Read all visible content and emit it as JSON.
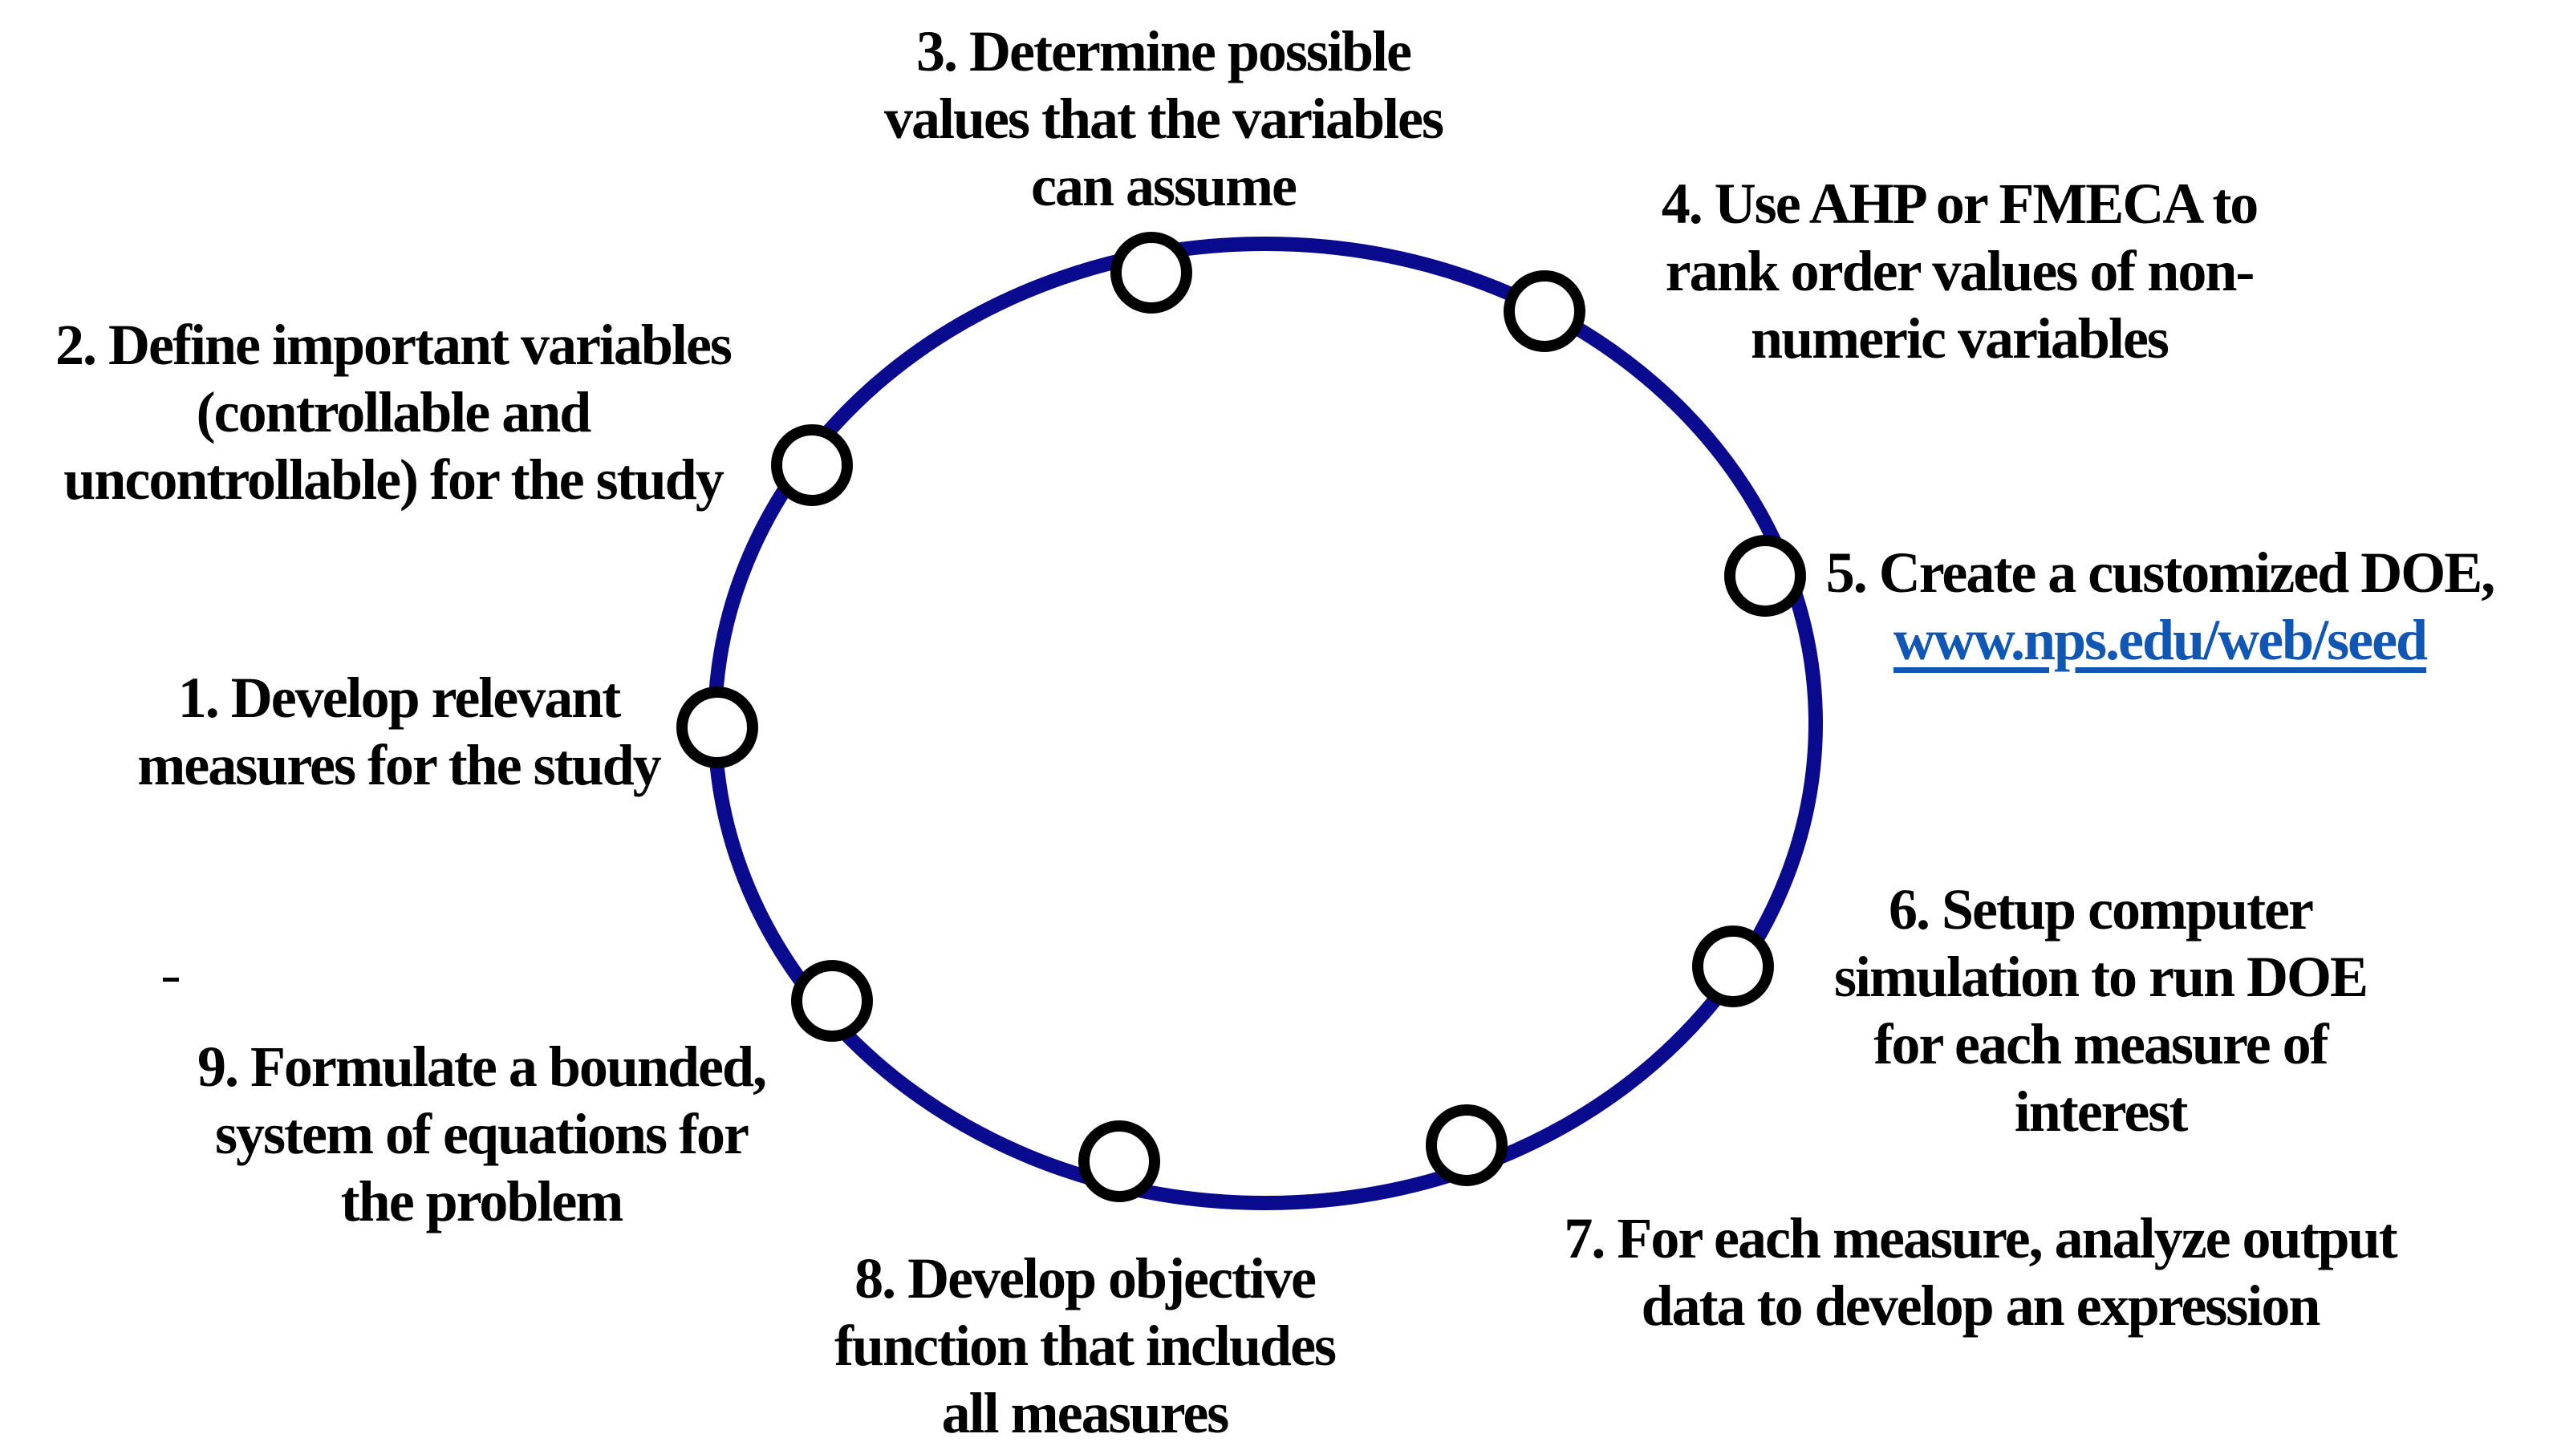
{
  "diagram": {
    "steps": [
      {
        "num": "1",
        "lines": [
          "1. Develop relevant",
          "measures for the study"
        ]
      },
      {
        "num": "2",
        "lines": [
          "2. Define important variables",
          "(controllable and",
          "uncontrollable) for the study"
        ]
      },
      {
        "num": "3",
        "lines": [
          "3. Determine possible",
          "values that the variables",
          "can assume"
        ]
      },
      {
        "num": "4",
        "lines": [
          "4. Use AHP or FMECA to",
          "rank order values of non-",
          "numeric variables"
        ]
      },
      {
        "num": "5",
        "lines": [
          "5. Create a customized DOE,"
        ],
        "link_label": "www.nps.edu/web/seed"
      },
      {
        "num": "6",
        "lines": [
          "6. Setup computer",
          "simulation to run DOE",
          "for each measure of",
          "interest"
        ]
      },
      {
        "num": "7",
        "lines": [
          "7. For each measure, analyze output",
          "data to develop an expression"
        ]
      },
      {
        "num": "8",
        "lines": [
          "8. Develop objective",
          "function that includes",
          "all measures"
        ]
      },
      {
        "num": "9",
        "lines": [
          "9. Formulate a bounded,",
          "system of equations for",
          "the problem"
        ]
      }
    ],
    "colors": {
      "background": "#ffffff",
      "ellipse_stroke": "#0a0a8e",
      "node_fill": "#ffffff",
      "node_stroke": "#000000",
      "text": "#000000",
      "link": "#1056b4"
    }
  }
}
